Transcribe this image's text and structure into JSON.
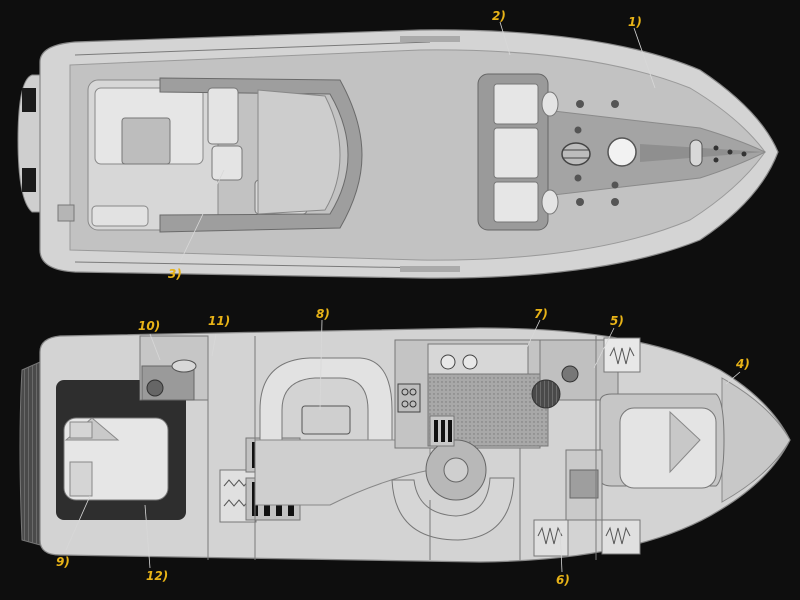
{
  "diagram": {
    "palette": {
      "background": "#0e0e0e",
      "hull": "#d2d2d2",
      "deck": "#bdbdbd",
      "interior": "#c8c8c8",
      "dark_fill": "#2e2e2e",
      "callout": "#e8b317"
    },
    "callouts": {
      "c1": "1)",
      "c2": "2)",
      "c3": "3)",
      "c4": "4)",
      "c5": "5)",
      "c6": "6)",
      "c7": "7)",
      "c8": "8)",
      "c9": "9)",
      "c10": "10)",
      "c11": "11)",
      "c12": "12)"
    }
  }
}
